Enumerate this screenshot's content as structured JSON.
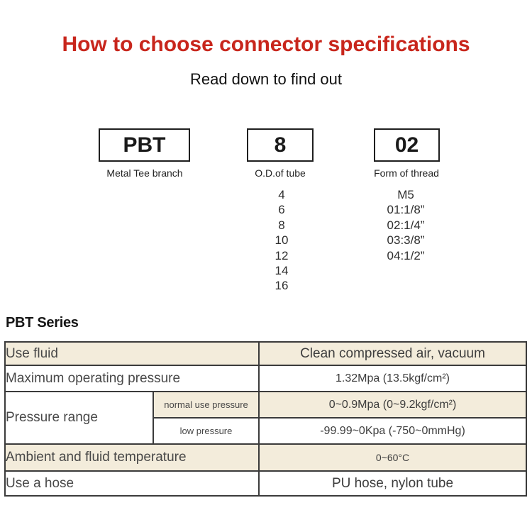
{
  "colors": {
    "title_red": "#c8261c",
    "table_shade_beige": "#f3ecdb",
    "table_border": "#3b3b3b"
  },
  "header": {
    "title": "How to choose connector specifications",
    "subtitle": "Read down to find out"
  },
  "code_breakdown": {
    "segments": [
      {
        "code": "PBT",
        "label": "Metal Tee branch"
      },
      {
        "code": "8",
        "label": "O.D.of tube",
        "options": [
          "4",
          "6",
          "8",
          "10",
          "12",
          "14",
          "16"
        ]
      },
      {
        "code": "02",
        "label": "Form of thread",
        "options": [
          "M5",
          "01:1/8”",
          "02:1/4”",
          "03:3/8”",
          "04:1/2”"
        ]
      }
    ]
  },
  "series": {
    "heading": "PBT Series",
    "table": {
      "rows": [
        {
          "label": "Use fluid",
          "value": "Clean compressed air, vacuum"
        },
        {
          "label": "Maximum operating pressure",
          "value": "1.32Mpa (13.5kgf/cm²)"
        },
        {
          "label": "Pressure range",
          "sublabel": "normal use pressure",
          "value": "0~0.9Mpa (0~9.2kgf/cm²)"
        },
        {
          "sublabel": "low pressure",
          "value": "-99.99~0Kpa (-750~0mmHg)"
        },
        {
          "label": "Ambient and fluid temperature",
          "value": "0~60°C"
        },
        {
          "label": "Use a hose",
          "value": "PU hose, nylon tube"
        }
      ]
    }
  }
}
